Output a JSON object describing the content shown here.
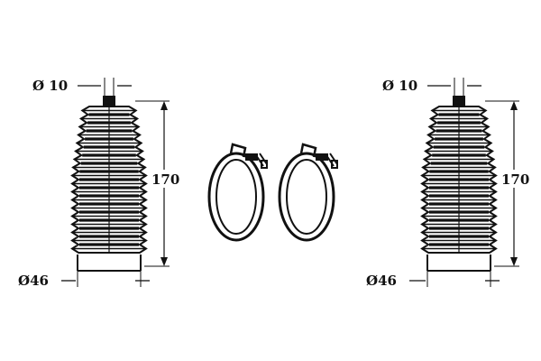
{
  "colors": {
    "ink": "#111111",
    "background": "#ffffff"
  },
  "boots": [
    {
      "inner_diameter": "Ø 10",
      "length": "170",
      "outer_diameter": "Ø46"
    },
    {
      "inner_diameter": "Ø 10",
      "length": "170",
      "outer_diameter": "Ø46"
    }
  ],
  "clamps": [
    {
      "icon": "hose-clamp-icon"
    },
    {
      "icon": "hose-clamp-icon"
    }
  ]
}
